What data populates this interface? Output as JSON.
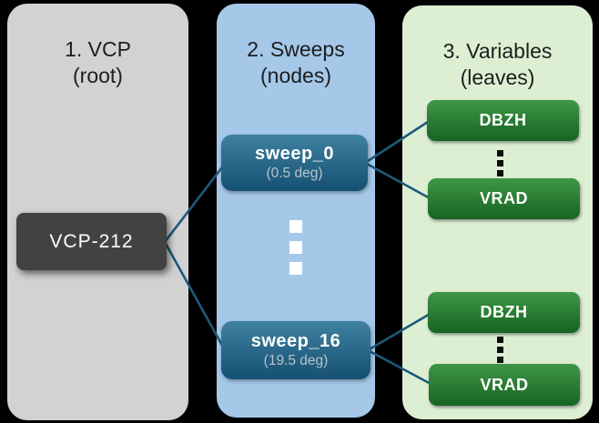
{
  "columns": [
    {
      "title": "1. VCP",
      "subtitle": "(root)"
    },
    {
      "title": "2. Sweeps",
      "subtitle": "(nodes)"
    },
    {
      "title": "3. Variables",
      "subtitle": "(leaves)"
    }
  ],
  "root": {
    "label": "VCP-212"
  },
  "sweeps": [
    {
      "label": "sweep_0",
      "detail": "(0.5 deg)"
    },
    {
      "label": "sweep_16",
      "detail": "(19.5 deg)"
    }
  ],
  "variables_top": [
    {
      "label": "DBZH"
    },
    {
      "label": "VRAD"
    }
  ],
  "variables_bottom": [
    {
      "label": "DBZH"
    },
    {
      "label": "VRAD"
    }
  ],
  "colors": {
    "root_col_bg": "#d2d2d2",
    "sweeps_col_bg": "#a5c8e9",
    "vars_col_bg": "#ddefd3",
    "header_text": "#1d1d1d",
    "root_box_bg": "#424242",
    "sweep_box_top": "#3f81a0",
    "sweep_box_bottom": "#155073",
    "sweep_sub_text": "#b9c3c9",
    "var_box_top": "#3f9646",
    "var_box_bottom": "#176423",
    "connector": "#1d5a7a",
    "white_dot": "#ffffff",
    "black_dash": "#0d0d0d"
  }
}
